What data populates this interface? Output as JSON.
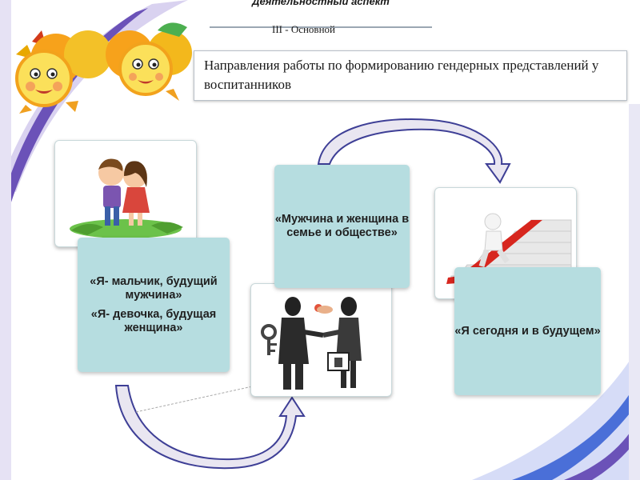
{
  "header": {
    "aspect_title": "Деятельностный аспект",
    "section_label": "III -  Основной"
  },
  "title": {
    "text": "Направления работы по формированию гендерных представлений у воспитанников"
  },
  "cards": {
    "card1": {
      "line1": "«Я- мальчик, будущий мужчина»",
      "line2": "«Я- девочка, будущая женщина»"
    },
    "card2": {
      "text": "«Мужчина и женщина в семье и обществе»"
    },
    "card3": {
      "text": "«Я сегодня и в будущем»"
    }
  },
  "colors": {
    "card_fill": "#b6dde0",
    "arrow_fill": "#e9e6f1",
    "arrow_stroke": "#3e3f96",
    "ribbon_purple": "#6b52b8",
    "ribbon_blue": "#4a6fd8"
  },
  "illustrations": [
    "orange-mascots",
    "boy-girl-kissing-clipart",
    "businessman-businesswoman-handshake-clipart",
    "figure-climbing-red-stairs-clipart"
  ]
}
